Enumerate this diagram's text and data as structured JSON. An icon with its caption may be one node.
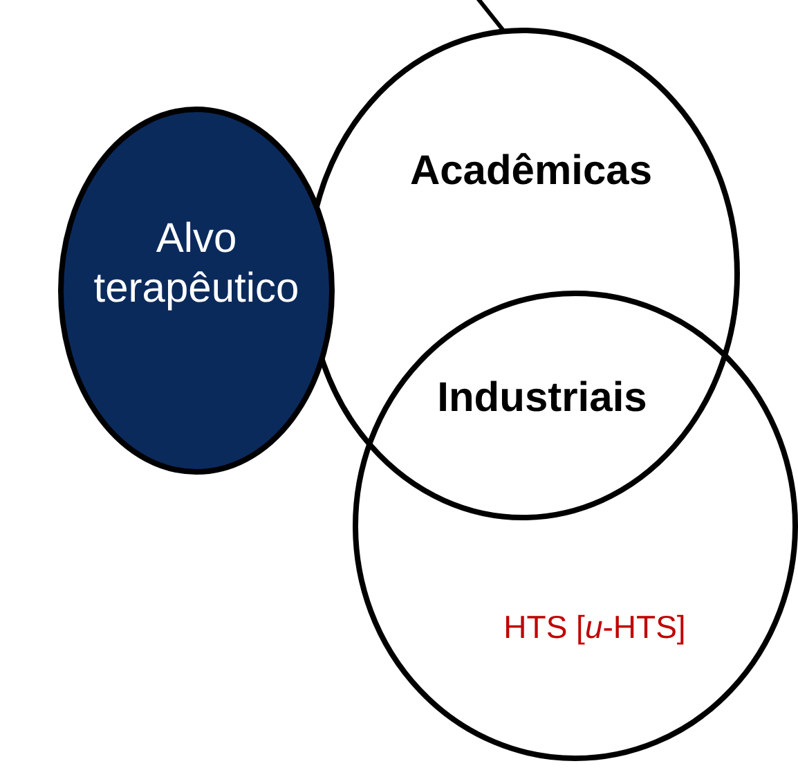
{
  "diagram": {
    "nodes": [
      {
        "text": [
          "Alvo terapêutico"
        ]
      },
      {
        "text": [
          "Acadêmicas"
        ]
      },
      {
        "text": [
          "HTS [*u*-HTS]"
        ]
      }
    ],
    "edges": [
      {
        "from": null,
        "to": 1,
        "arrow": "none"
      }
    ],
    "labels": [
      "Industriais"
    ]
  }
}
